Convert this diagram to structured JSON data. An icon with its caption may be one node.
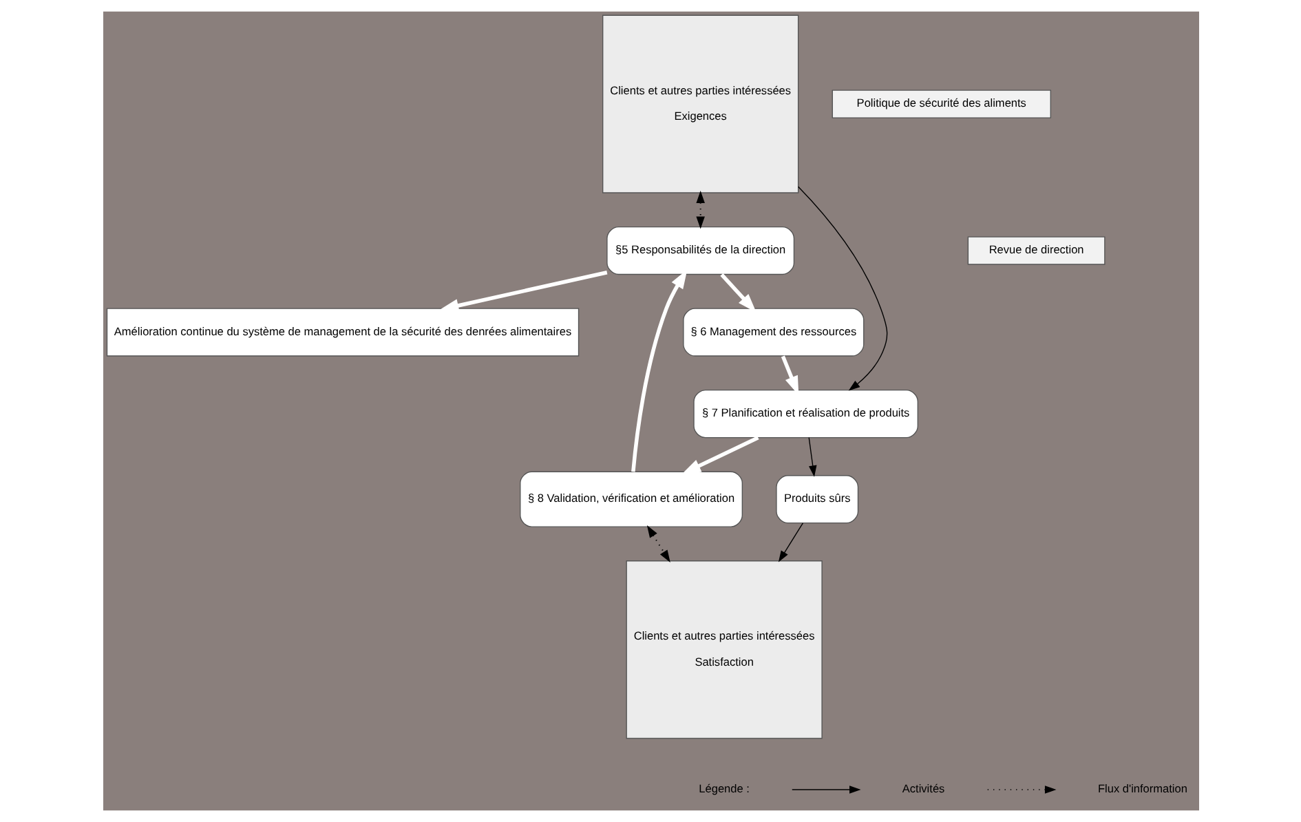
{
  "diagram": {
    "nodes": [
      {
        "text": [
          "Clients et autres parties intéressées",
          "Exigences"
        ]
      },
      {
        "text": [
          "Clients et autres parties intéressées",
          "Satisfaction"
        ]
      },
      {
        "text": [
          "§5 Responsabilités de la direction"
        ]
      },
      {
        "text": [
          "§ 6 Management des ressources"
        ]
      },
      {
        "text": [
          "§ 7 Planification et réalisation de produits"
        ]
      },
      {
        "text": [
          "§ 8 Validation, vérification et amélioration"
        ]
      },
      {
        "text": [
          "Produits sûrs"
        ]
      },
      {
        "text": [
          "Amélioration continue du système de management de la sécurité des denrées alimentaires"
        ]
      },
      {
        "text": [
          "Politique de sécurité des aliments"
        ]
      },
      {
        "text": [
          "Revue de direction"
        ]
      }
    ],
    "edges": [
      {
        "from": 0,
        "to": 2,
        "arrow": "both",
        "style": "dashed"
      },
      {
        "from": 5,
        "to": 1,
        "arrow": "both",
        "style": "dashed"
      },
      {
        "from": 0,
        "to": 4,
        "arrow": "to"
      },
      {
        "from": 4,
        "to": 6,
        "arrow": "to"
      },
      {
        "from": 6,
        "to": 1,
        "arrow": "to"
      },
      {
        "from": 2,
        "to": 3,
        "arrow": "to",
        "style": "thick",
        "color": "#ffffff"
      },
      {
        "from": 3,
        "to": 4,
        "arrow": "to",
        "style": "thick",
        "color": "#ffffff"
      },
      {
        "from": 4,
        "to": 5,
        "arrow": "to",
        "style": "thick",
        "color": "#ffffff"
      },
      {
        "from": 5,
        "to": 2,
        "arrow": "to",
        "style": "thick",
        "color": "#ffffff"
      },
      {
        "from": 2,
        "to": 7,
        "arrow": "to",
        "style": "thick",
        "color": "#ffffff"
      }
    ],
    "labels": [
      "Légende :"
    ],
    "legend": [
      {
        "text": "Activités"
      },
      {
        "text": "Flux d'information"
      }
    ]
  }
}
